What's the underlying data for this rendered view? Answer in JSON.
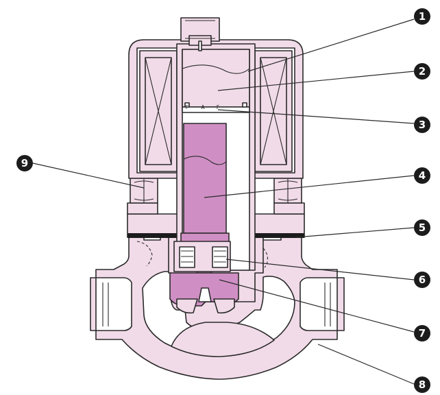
{
  "colors": {
    "body": "#f1dbe8",
    "core": "#cf8fc4",
    "dark": "#2a2a2a",
    "gasket": "#1c1c1c",
    "white": "#ffffff"
  },
  "callouts": [
    {
      "id": "1",
      "label": "1",
      "part": "coil"
    },
    {
      "id": "2",
      "label": "2",
      "part": "fixed-core"
    },
    {
      "id": "3",
      "label": "3",
      "part": "shading-coil"
    },
    {
      "id": "4",
      "label": "4",
      "part": "plunger"
    },
    {
      "id": "5",
      "label": "5",
      "part": "gasket"
    },
    {
      "id": "6",
      "label": "6",
      "part": "pilot-valve"
    },
    {
      "id": "7",
      "label": "7",
      "part": "main-valve"
    },
    {
      "id": "8",
      "label": "8",
      "part": "valve-body"
    },
    {
      "id": "9",
      "label": "9",
      "part": "mounting-nut"
    }
  ],
  "shading_ring_marks": [
    "F",
    "A",
    "F"
  ]
}
